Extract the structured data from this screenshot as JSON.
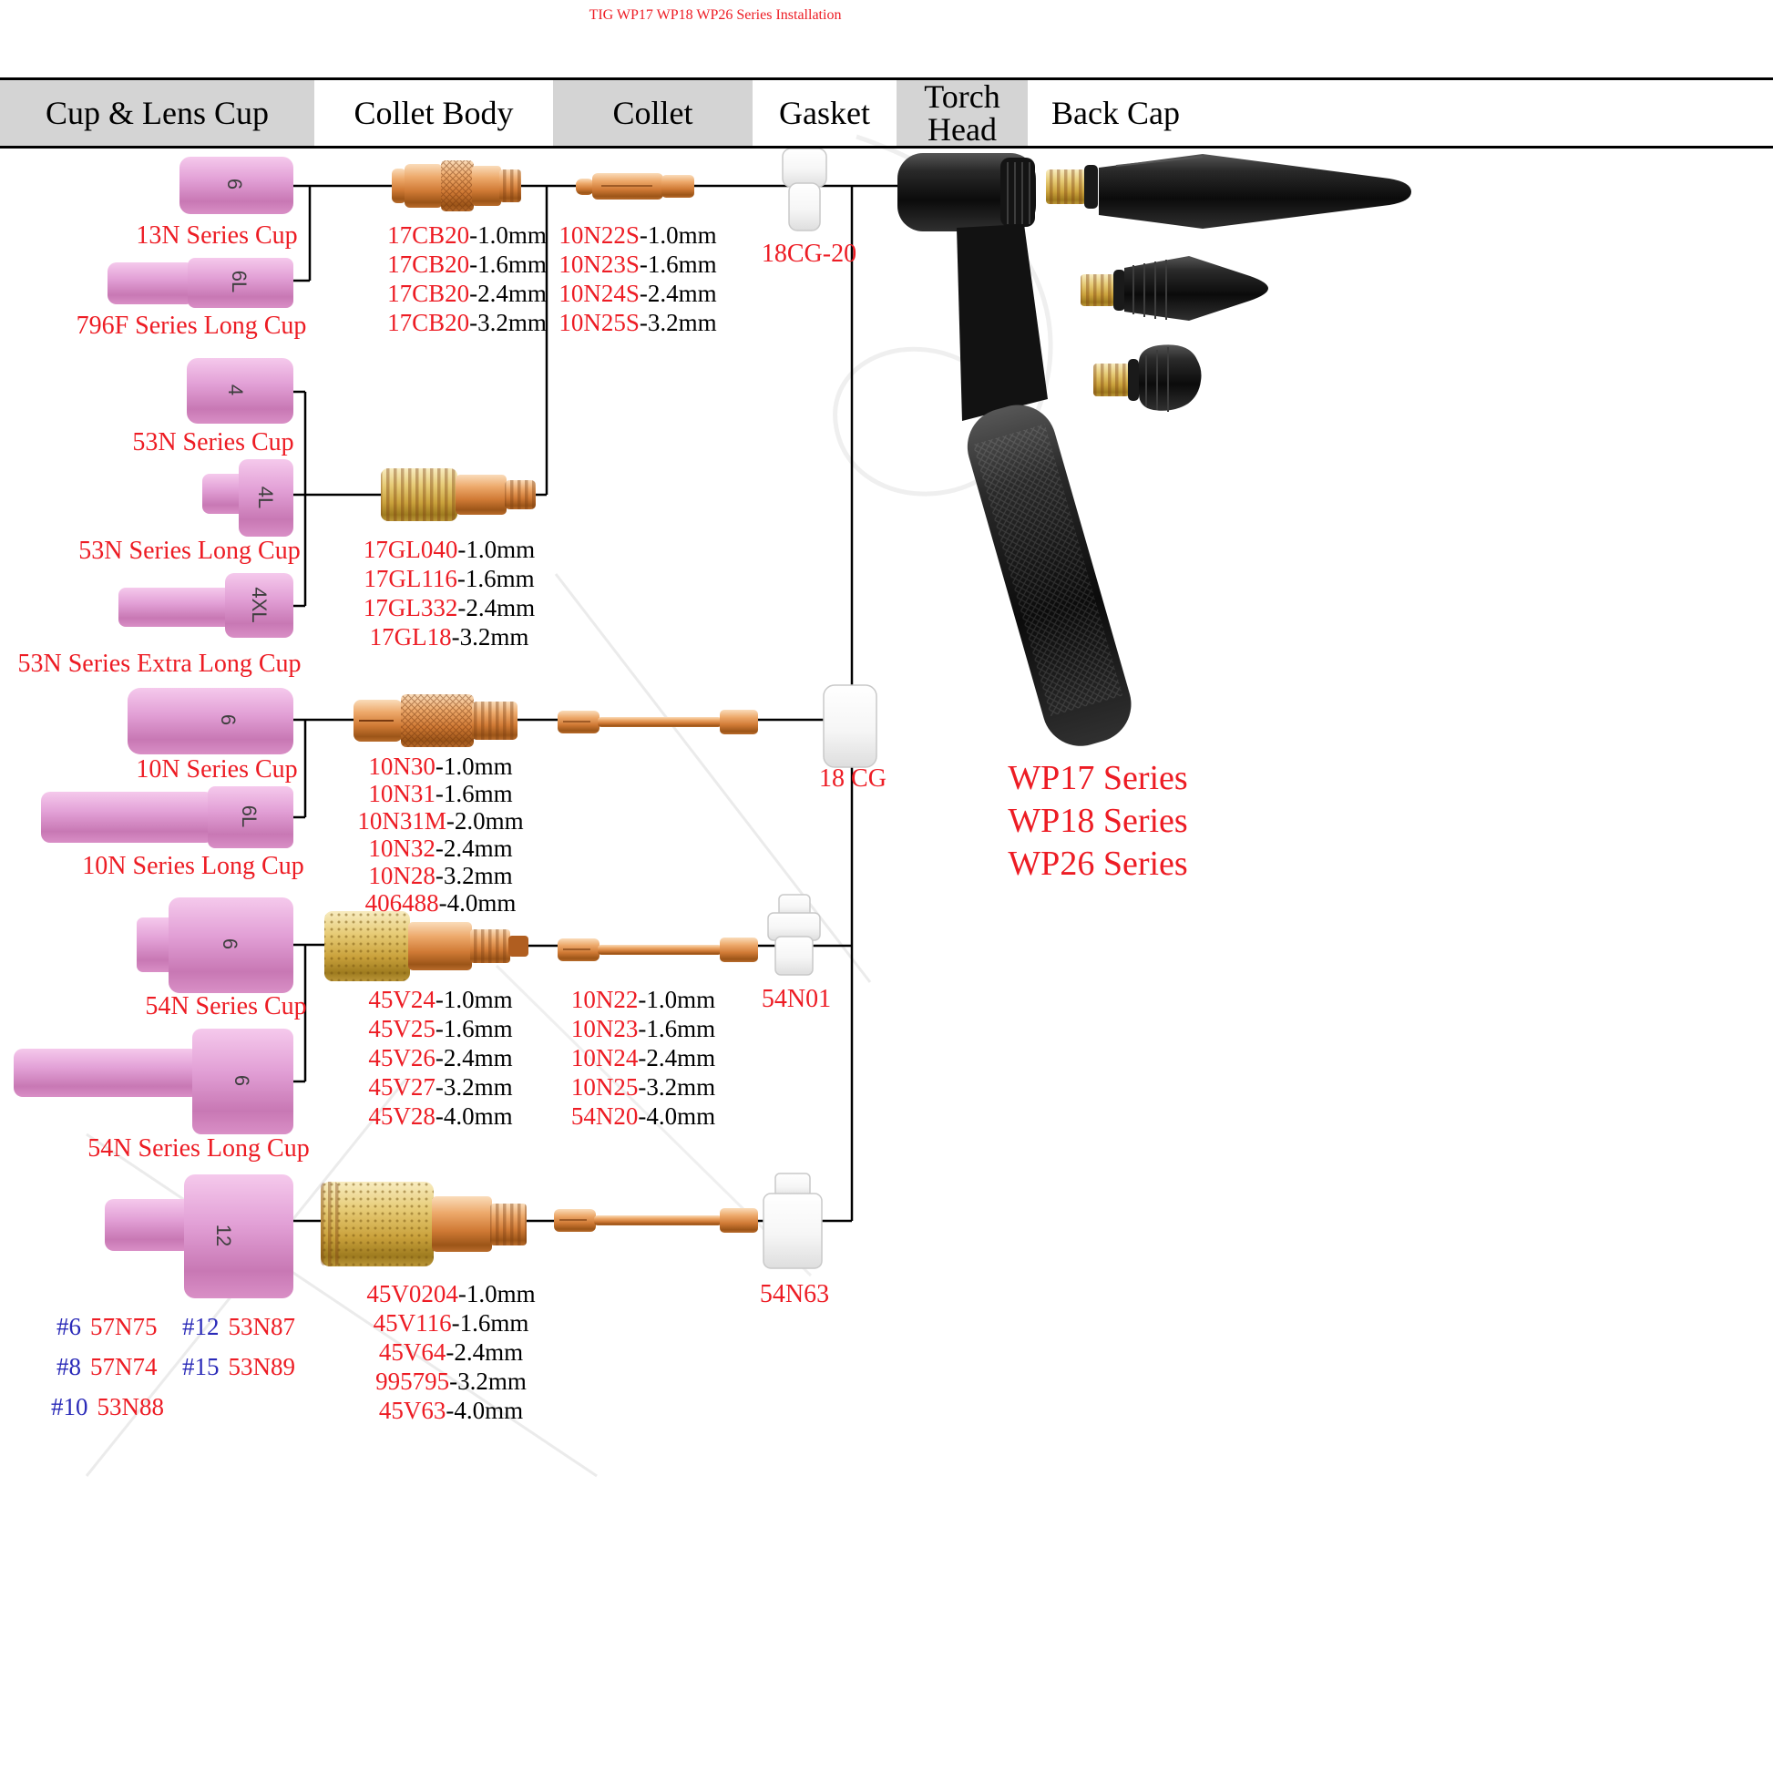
{
  "title": "TIG WP17 WP18 WP26 Series Installation",
  "colors": {
    "accent_red": "#ed1c24",
    "code_blue": "#2a2ab8",
    "header_gray": "#d4d4d4",
    "cup_pink": "#dd93cf",
    "copper": "#c97a3c",
    "brass": "#d3ab4e",
    "gasket_white": "#f4f4f4",
    "torch_black": "#161616"
  },
  "headers": [
    {
      "label": "Cup & Lens Cup"
    },
    {
      "label": "Collet Body"
    },
    {
      "label": "Collet"
    },
    {
      "label": "Gasket"
    },
    {
      "label": "Torch Head"
    },
    {
      "label": "Back Cap"
    }
  ],
  "cups": [
    {
      "size_mark": "6",
      "label": "13N Series Cup"
    },
    {
      "size_mark": "6L",
      "label": "796F Series Long Cup"
    },
    {
      "size_mark": "4",
      "label": "53N Series Cup"
    },
    {
      "size_mark": "4L",
      "label": "53N Series Long Cup"
    },
    {
      "size_mark": "4XL",
      "label": "53N Series Extra Long Cup"
    },
    {
      "size_mark": "6",
      "label": "10N Series Cup"
    },
    {
      "size_mark": "6L",
      "label": "10N Series Long Cup"
    },
    {
      "size_mark": "6",
      "label": "54N Series Cup"
    },
    {
      "size_mark": "6",
      "label": "54N Series Long Cup"
    },
    {
      "size_mark": "12",
      "label": ""
    }
  ],
  "cup_part_numbers": [
    {
      "num": "#6",
      "code": "57N75"
    },
    {
      "num": "#8",
      "code": "57N74"
    },
    {
      "num": "#10",
      "code": "53N88"
    },
    {
      "num": "#12",
      "code": "53N87"
    },
    {
      "num": "#15",
      "code": "53N89"
    }
  ],
  "collet_body_groups": [
    {
      "items": [
        {
          "code": "17CB20",
          "size": "-1.0mm"
        },
        {
          "code": "17CB20",
          "size": "-1.6mm"
        },
        {
          "code": "17CB20",
          "size": "-2.4mm"
        },
        {
          "code": "17CB20",
          "size": "-3.2mm"
        }
      ]
    },
    {
      "items": [
        {
          "code": "17GL040",
          "size": "-1.0mm"
        },
        {
          "code": "17GL116",
          "size": "-1.6mm"
        },
        {
          "code": "17GL332",
          "size": "-2.4mm"
        },
        {
          "code": "17GL18",
          "size": "-3.2mm"
        }
      ]
    },
    {
      "items": [
        {
          "code": "10N30",
          "size": "-1.0mm"
        },
        {
          "code": "10N31",
          "size": "-1.6mm"
        },
        {
          "code": "10N31M",
          "size": "-2.0mm"
        },
        {
          "code": "10N32",
          "size": "-2.4mm"
        },
        {
          "code": "10N28",
          "size": "-3.2mm"
        },
        {
          "code": "406488",
          "size": "-4.0mm"
        }
      ]
    },
    {
      "items": [
        {
          "code": "45V24",
          "size": "-1.0mm"
        },
        {
          "code": "45V25",
          "size": "-1.6mm"
        },
        {
          "code": "45V26",
          "size": "-2.4mm"
        },
        {
          "code": "45V27",
          "size": "-3.2mm"
        },
        {
          "code": "45V28",
          "size": "-4.0mm"
        }
      ]
    },
    {
      "items": [
        {
          "code": "45V0204",
          "size": "-1.0mm"
        },
        {
          "code": "45V116",
          "size": "-1.6mm"
        },
        {
          "code": "45V64",
          "size": "-2.4mm"
        },
        {
          "code": "995795",
          "size": "-3.2mm"
        },
        {
          "code": "45V63",
          "size": "-4.0mm"
        }
      ]
    }
  ],
  "collet_groups": [
    {
      "items": [
        {
          "code": "10N22S",
          "size": "-1.0mm"
        },
        {
          "code": "10N23S",
          "size": "-1.6mm"
        },
        {
          "code": "10N24S",
          "size": "-2.4mm"
        },
        {
          "code": "10N25S",
          "size": "-3.2mm"
        }
      ]
    },
    {
      "items": [
        {
          "code": "10N22",
          "size": "-1.0mm"
        },
        {
          "code": "10N23",
          "size": "-1.6mm"
        },
        {
          "code": "10N24",
          "size": "-2.4mm"
        },
        {
          "code": "10N25",
          "size": "-3.2mm"
        },
        {
          "code": "54N20",
          "size": "-4.0mm"
        }
      ]
    }
  ],
  "gaskets": [
    {
      "label": "18CG-20"
    },
    {
      "label": "18 CG"
    },
    {
      "label": "54N01"
    },
    {
      "label": "54N63"
    }
  ],
  "torch": {
    "series": [
      "WP17 Series",
      "WP18 Series",
      "WP26 Series"
    ]
  }
}
